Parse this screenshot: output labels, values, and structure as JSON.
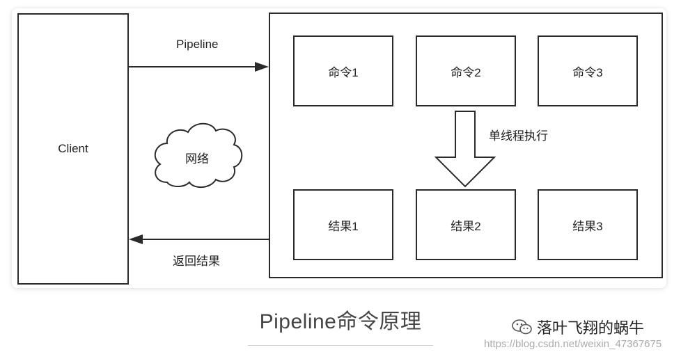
{
  "diagram": {
    "client_label": "Client",
    "pipeline_label": "Pipeline",
    "return_label": "返回结果",
    "network_label": "网络",
    "single_thread_label": "单线程执行",
    "commands": [
      "命令1",
      "命令2",
      "命令3"
    ],
    "results": [
      "结果1",
      "结果2",
      "结果3"
    ]
  },
  "caption": "Pipeline命令原理",
  "watermark": {
    "author": "落叶飞翔的蜗牛",
    "url": "https://blog.csdn.net/weixin_47367675",
    "icon": "wechat-icon"
  }
}
